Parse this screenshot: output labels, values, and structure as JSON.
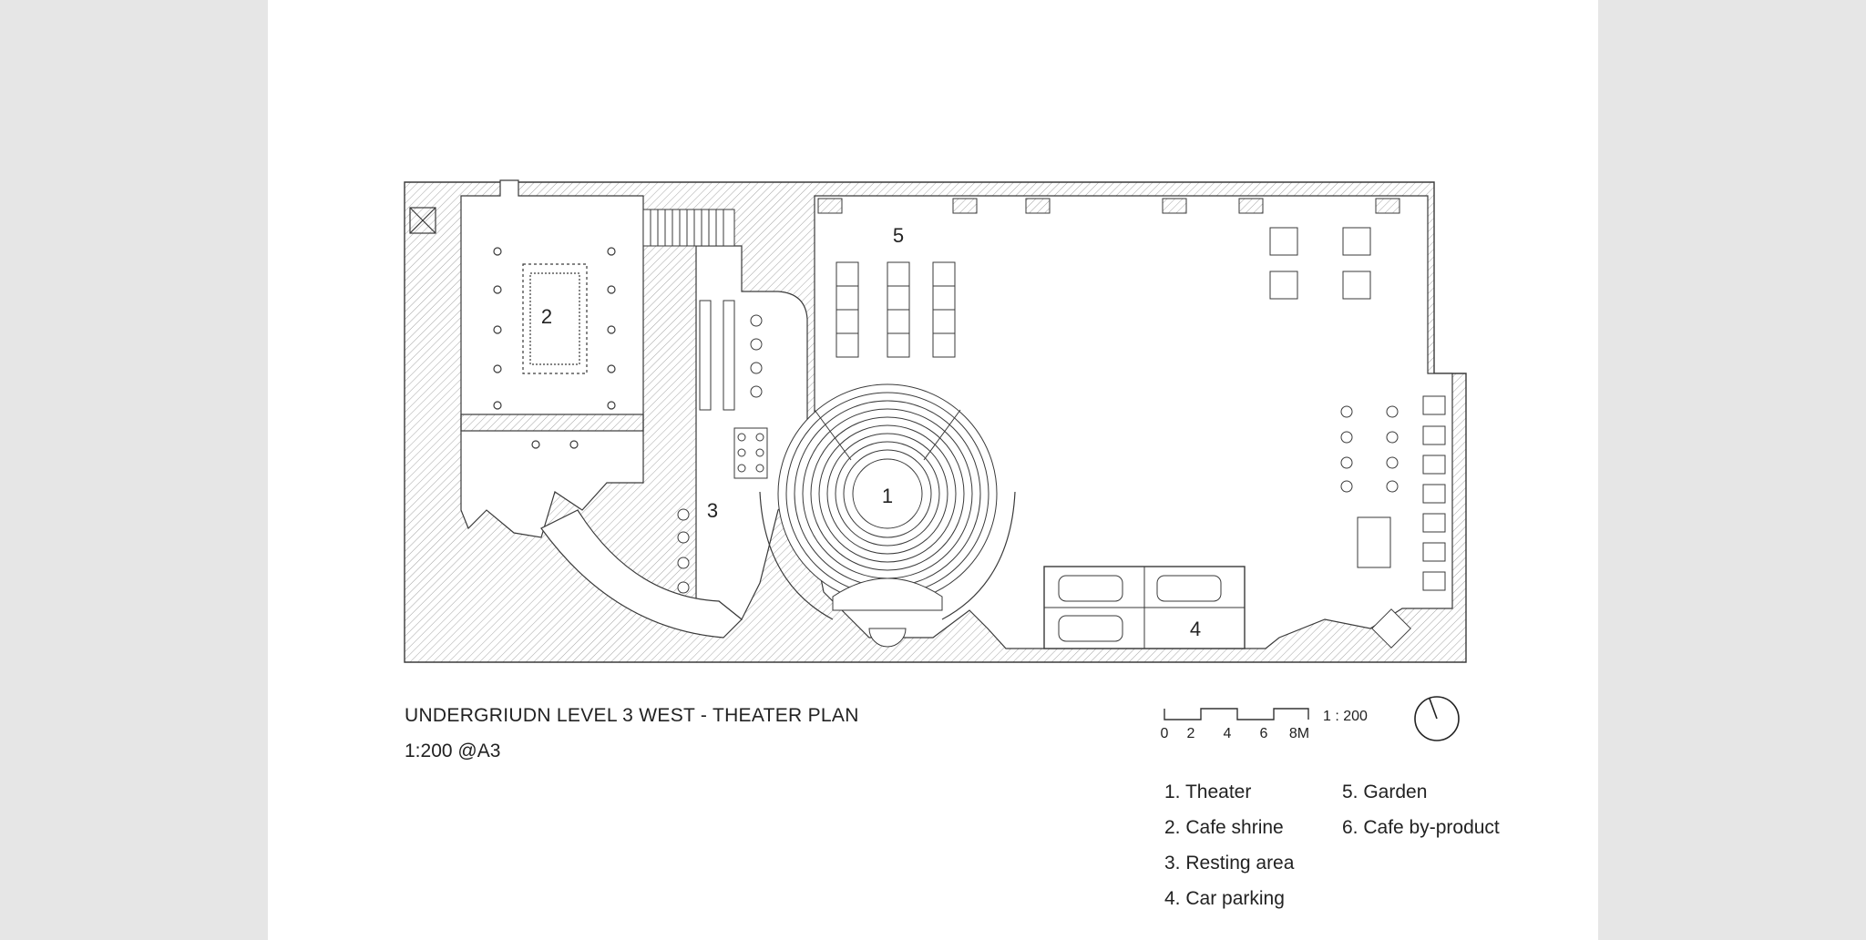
{
  "drawing": {
    "title": "UNDERGRIUDN LEVEL 3 WEST - THEATER PLAN",
    "subtitle": "1:200 @A3"
  },
  "room_tags": {
    "theater": "1",
    "cafe_shrine": "2",
    "resting_area": "3",
    "car_parking": "4",
    "garden": "5"
  },
  "scale_bar": {
    "ticks": [
      "0",
      "2",
      "4",
      "6",
      "8M"
    ],
    "ratio": "1 : 200"
  },
  "legend": {
    "items": [
      "1. Theater",
      "2. Cafe shrine",
      "3. Resting area",
      "4. Car parking",
      "5. Garden",
      "6. Cafe by-product"
    ]
  },
  "north_arrow": {
    "icon": "north-arrow-icon"
  },
  "colors": {
    "background": "#e6e6e6",
    "sheet": "#ffffff",
    "line": "#3a3a3a",
    "hatch": "#9a9a9a"
  }
}
